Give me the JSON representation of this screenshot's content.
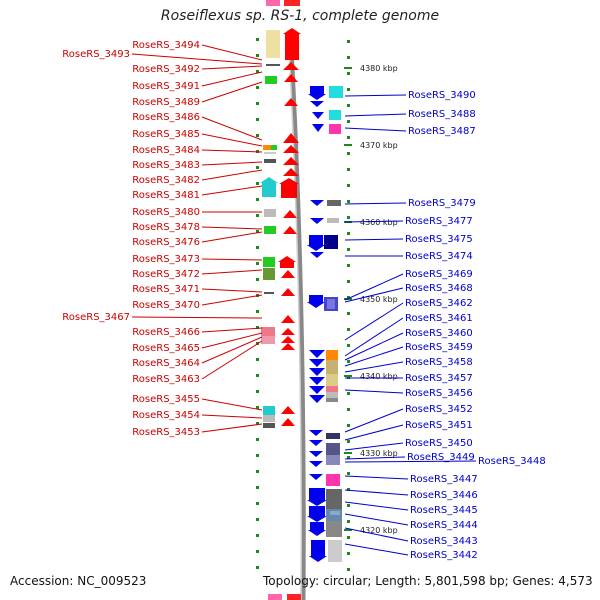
{
  "header": {
    "title": "Roseiflexus sp. RS-1, complete genome"
  },
  "footer": {
    "accession": "Accession: NC_009523",
    "topology": "Topology: circular; Length: 5,801,598 bp; Genes: 4,573"
  },
  "colors": {
    "left_labels": "#cc0000",
    "right_labels": "#0000cc",
    "axis": "#888888",
    "ticks": "#1a8a1a"
  },
  "kbp_markers": [
    {
      "label": "4380 kbp",
      "kbp": 4380
    },
    {
      "label": "4370 kbp",
      "kbp": 4370
    },
    {
      "label": "4360 kbp",
      "kbp": 4360
    },
    {
      "label": "4350 kbp",
      "kbp": 4350
    },
    {
      "label": "4340 kbp",
      "kbp": 4340
    },
    {
      "label": "4330 kbp",
      "kbp": 4330
    },
    {
      "label": "4320 kbp",
      "kbp": 4320
    }
  ],
  "left_genes": [
    "RoseRS_3494",
    "RoseRS_3493",
    "RoseRS_3492",
    "RoseRS_3491",
    "RoseRS_3489",
    "RoseRS_3486",
    "RoseRS_3485",
    "RoseRS_3484",
    "RoseRS_3483",
    "RoseRS_3482",
    "RoseRS_3481",
    "RoseRS_3480",
    "RoseRS_3478",
    "RoseRS_3476",
    "RoseRS_3473",
    "RoseRS_3472",
    "RoseRS_3471",
    "RoseRS_3470",
    "RoseRS_3467",
    "RoseRS_3466",
    "RoseRS_3465",
    "RoseRS_3464",
    "RoseRS_3463",
    "RoseRS_3455",
    "RoseRS_3454",
    "RoseRS_3453"
  ],
  "right_genes": [
    "RoseRS_3490",
    "RoseRS_3488",
    "RoseRS_3487",
    "RoseRS_3479",
    "RoseRS_3477",
    "RoseRS_3475",
    "RoseRS_3474",
    "RoseRS_3469",
    "RoseRS_3468",
    "RoseRS_3462",
    "RoseRS_3461",
    "RoseRS_3460",
    "RoseRS_3459",
    "RoseRS_3458",
    "RoseRS_3457",
    "RoseRS_3456",
    "RoseRS_3452",
    "RoseRS_3451",
    "RoseRS_3450",
    "RoseRS_3449",
    "RoseRS_3448",
    "RoseRS_3447",
    "RoseRS_3446",
    "RoseRS_3445",
    "RoseRS_3444",
    "RoseRS_3443",
    "RoseRS_3442"
  ]
}
